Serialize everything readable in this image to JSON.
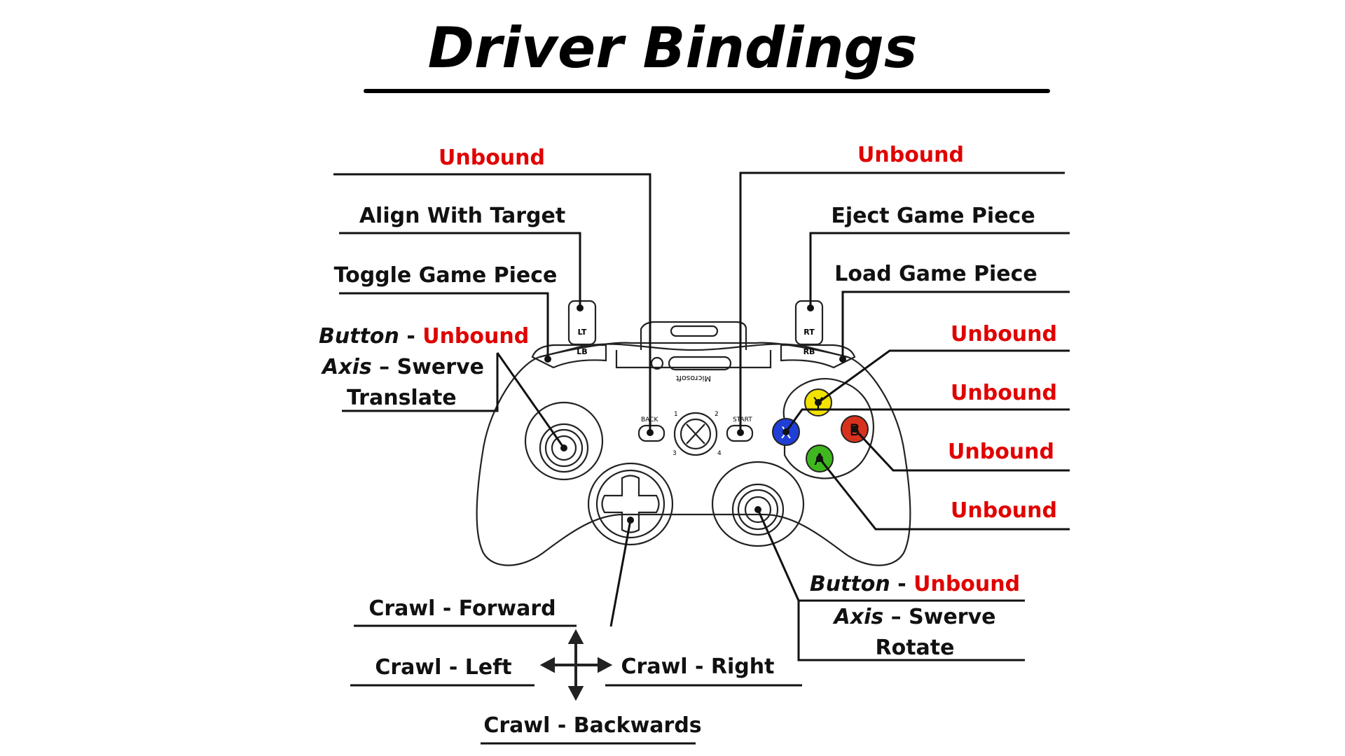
{
  "title": "Driver Bindings",
  "colors": {
    "unbound": "#e00000",
    "y_button": "#f2e200",
    "x_button": "#1f3fd6",
    "b_button": "#d8321e",
    "a_button": "#3fb81f"
  },
  "controller": {
    "bumper_labels": {
      "lt": "LT",
      "lb": "LB",
      "rt": "RT",
      "rb": "RB"
    },
    "button_labels": {
      "y": "Y",
      "x": "X",
      "b": "B",
      "a": "A"
    },
    "back_label": "BACK",
    "start_label": "START",
    "brand": "Microsoft",
    "quadrants": [
      "1",
      "2",
      "3",
      "4"
    ]
  },
  "bindings": {
    "back": "Unbound",
    "left_trigger": "Align With Target",
    "left_bumper": "Toggle Game Piece",
    "left_stick": {
      "button_word": "Button",
      "dash": " - ",
      "button_value": "Unbound",
      "axis_word": "Axis",
      "axis_dash": " – ",
      "axis_value_line1": "Swerve",
      "axis_value_line2": "Translate"
    },
    "start": "Unbound",
    "right_trigger": "Eject Game Piece",
    "right_bumper": "Load Game Piece",
    "y": "Unbound",
    "x": "Unbound",
    "b": "Unbound",
    "a": "Unbound",
    "right_stick": {
      "button_word": "Button",
      "dash": " - ",
      "button_value": "Unbound",
      "axis_word": "Axis",
      "axis_dash": " – ",
      "axis_value_line1": "Swerve",
      "axis_value_line2": "Rotate"
    },
    "dpad": {
      "up": "Crawl - Forward",
      "left": "Crawl - Left",
      "right": "Crawl - Right",
      "down": "Crawl - Backwards"
    }
  }
}
